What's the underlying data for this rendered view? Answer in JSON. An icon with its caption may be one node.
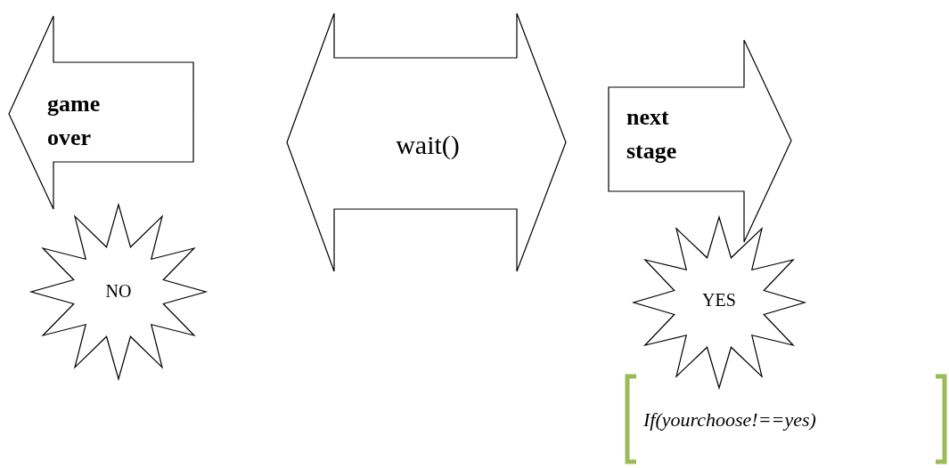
{
  "diagram": {
    "nodes": [
      {
        "text": [
          "game over"
        ]
      },
      {
        "text": [
          "wait()"
        ]
      },
      {
        "text": [
          "next stage"
        ]
      },
      {
        "text": [
          "NO"
        ]
      },
      {
        "text": [
          "YES"
        ]
      },
      {
        "text": [
          "If(yourchoose!==yes)"
        ]
      }
    ]
  }
}
